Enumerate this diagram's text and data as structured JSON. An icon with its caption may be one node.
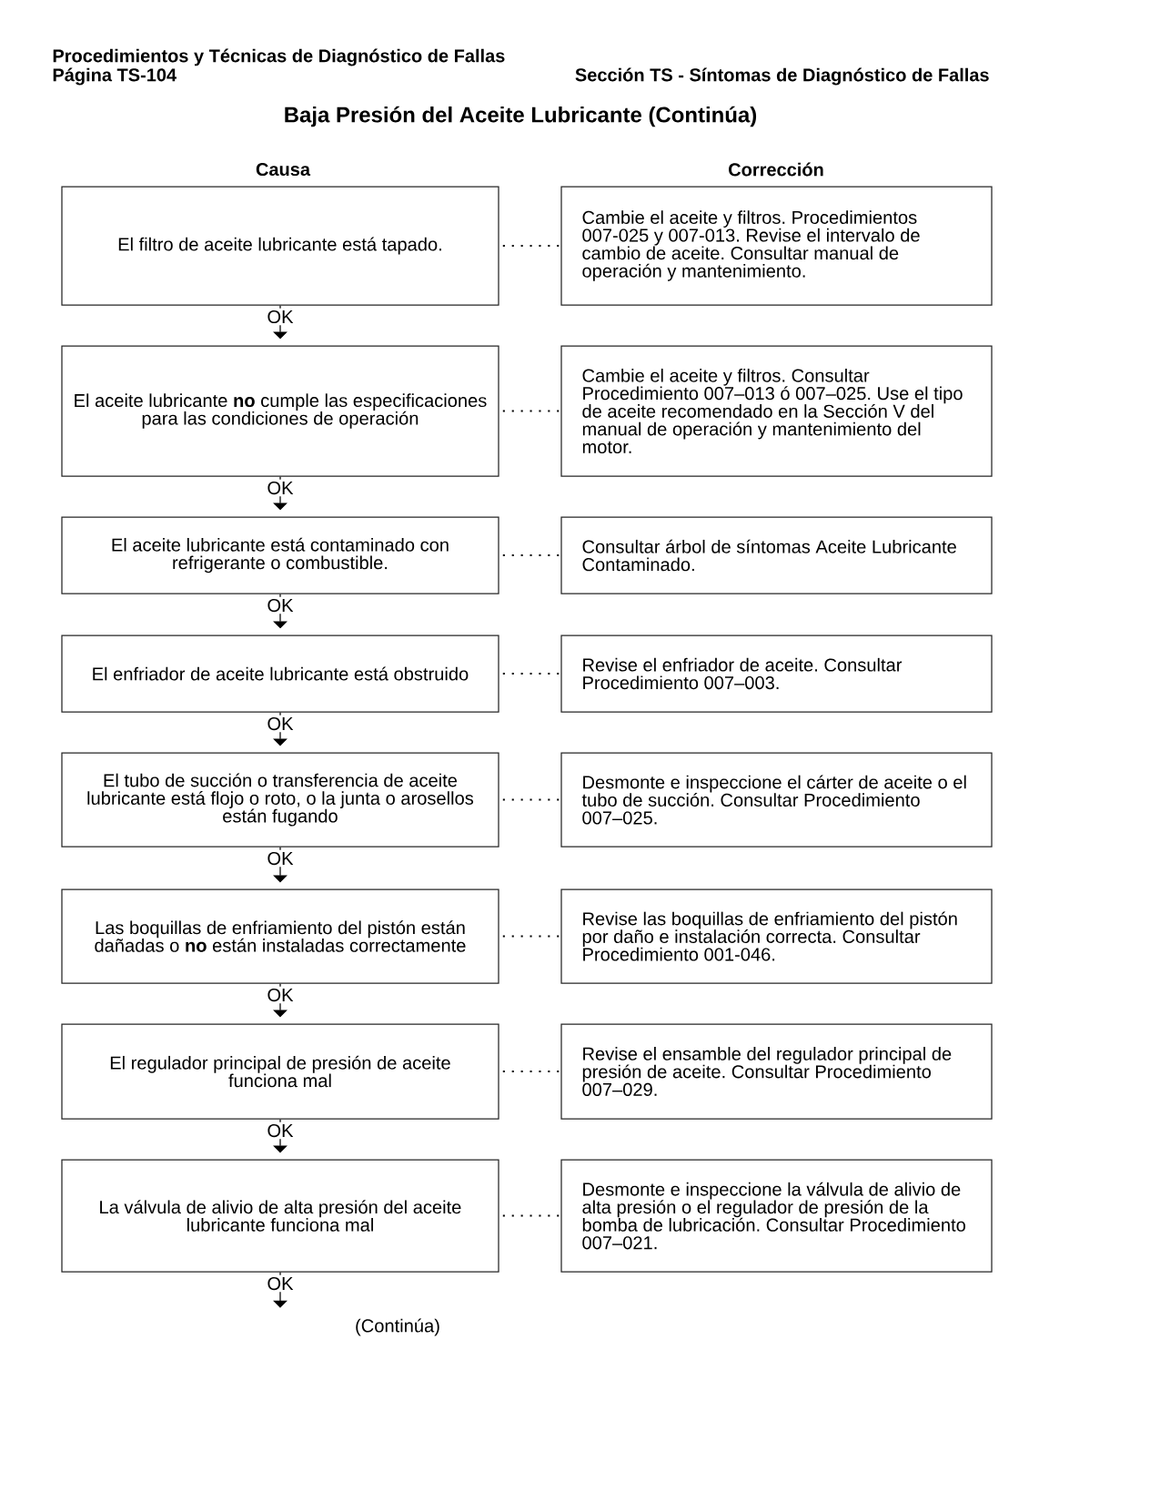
{
  "diagram": {
    "title": "Baja Presión del Aceite Lubricante (Continúa)",
    "nodes": [
      {
        "text": [
          "El filtro de aceite lubricante está tapado."
        ]
      },
      {
        "text": [
          "Cambie el aceite y filtros. Procedimientos 007-025 y 007-013. Revise el intervalo de cambio de aceite. Consultar manual de operación y mantenimiento."
        ]
      },
      {
        "text": [
          "El aceite lubricante **no** cumple las especificaciones para las condiciones de operación"
        ]
      },
      {
        "text": [
          "Cambie el aceite y filtros. Consultar Procedimiento 007–013 ó 007–025. Use el tipo de aceite recomendado en la Sección V del manual de operación y mantenimiento del motor."
        ]
      },
      {
        "text": [
          "El aceite lubricante está contaminado con refrigerante o combustible."
        ]
      },
      {
        "text": [
          "Consultar árbol de síntomas Aceite Lubricante Contaminado."
        ]
      },
      {
        "text": [
          "El enfriador de aceite lubricante está obstruido"
        ]
      },
      {
        "text": [
          "Revise el enfriador de aceite. Consultar Procedimiento 007–003."
        ]
      },
      {
        "text": [
          "El tubo de succión o transferencia de aceite lubricante está flojo o roto, o la junta o arosellos están fugando"
        ]
      },
      {
        "text": [
          "Desmonte e inspeccione el cárter de aceite o el tubo de succión. Consultar Procedimiento 007–025."
        ]
      },
      {
        "text": [
          "Las boquillas de enfriamiento del pistón están dañadas o **no** están instaladas correctamente"
        ]
      },
      {
        "text": [
          "Revise las boquillas de enfriamiento del pistón por daño e instalación correcta. Consultar Procedimiento 001-046."
        ]
      },
      {
        "text": [
          "El regulador principal de presión de aceite funciona mal"
        ]
      },
      {
        "text": [
          "Revise el ensamble del regulador principal de presión de aceite. Consultar Procedimiento 007–029."
        ]
      },
      {
        "text": [
          "La válvula de alivio de alta presión del aceite lubricante funciona mal"
        ]
      },
      {
        "text": [
          "Desmonte e inspeccione la válvula de alivio de alta presión o el regulador de presión de la bomba de lubricación. Consultar Procedimiento 007–021."
        ]
      }
    ],
    "edges": [
      {
        "from": 0,
        "to": 1,
        "arrow": "none",
        "style": "dashed"
      },
      {
        "from": 0,
        "to": 2,
        "arrow": "to",
        "label": "OK"
      },
      {
        "from": 2,
        "to": 3,
        "arrow": "none",
        "style": "dashed"
      },
      {
        "from": 2,
        "to": 4,
        "arrow": "to",
        "label": "OK"
      },
      {
        "from": 4,
        "to": 5,
        "arrow": "none",
        "style": "dashed"
      },
      {
        "from": 4,
        "to": 6,
        "arrow": "to",
        "label": "OK"
      },
      {
        "from": 6,
        "to": 7,
        "arrow": "none",
        "style": "dashed"
      },
      {
        "from": 6,
        "to": 8,
        "arrow": "to",
        "label": "OK"
      },
      {
        "from": 8,
        "to": 9,
        "arrow": "none",
        "style": "dashed"
      },
      {
        "from": 8,
        "to": 10,
        "arrow": "to",
        "label": "OK"
      },
      {
        "from": 10,
        "to": 11,
        "arrow": "none",
        "style": "dashed"
      },
      {
        "from": 10,
        "to": 12,
        "arrow": "to",
        "label": "OK"
      },
      {
        "from": 12,
        "to": 13,
        "arrow": "none",
        "style": "dashed"
      },
      {
        "from": 12,
        "to": 14,
        "arrow": "to",
        "label": "OK"
      },
      {
        "from": 14,
        "to": 15,
        "arrow": "none",
        "style": "dashed"
      },
      {
        "from": 14,
        "to": null,
        "arrow": "to",
        "label": "OK"
      }
    ],
    "labels": [
      "Procedimientos y Técnicas de Diagnóstico de Fallas",
      "Página TS-104",
      "Sección TS - Síntomas de Diagnóstico de Fallas",
      "Causa",
      "Corrección",
      "(Continúa)"
    ]
  }
}
